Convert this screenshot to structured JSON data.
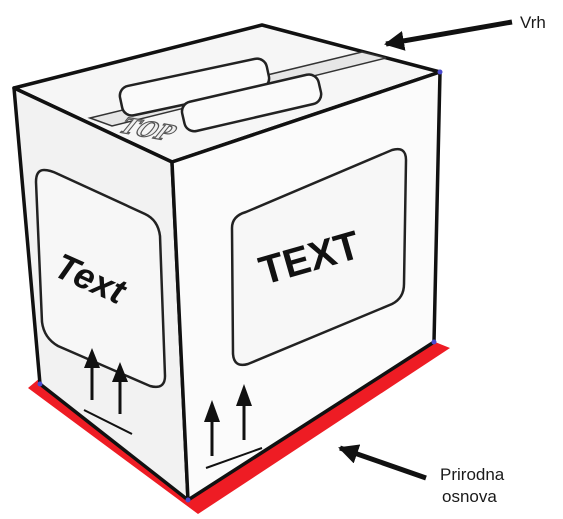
{
  "labels": {
    "top": "Vrh",
    "base_line1": "Prirodna",
    "base_line2": "osnova"
  },
  "box": {
    "top_stamp": "TOP",
    "side_text": "Text",
    "front_text": "TEXT"
  },
  "colors": {
    "base": "#ee1c24",
    "outline": "#111111",
    "corner_dot": "#4a4acf"
  },
  "icons": [
    "up-arrows-icon",
    "up-arrows-icon"
  ]
}
